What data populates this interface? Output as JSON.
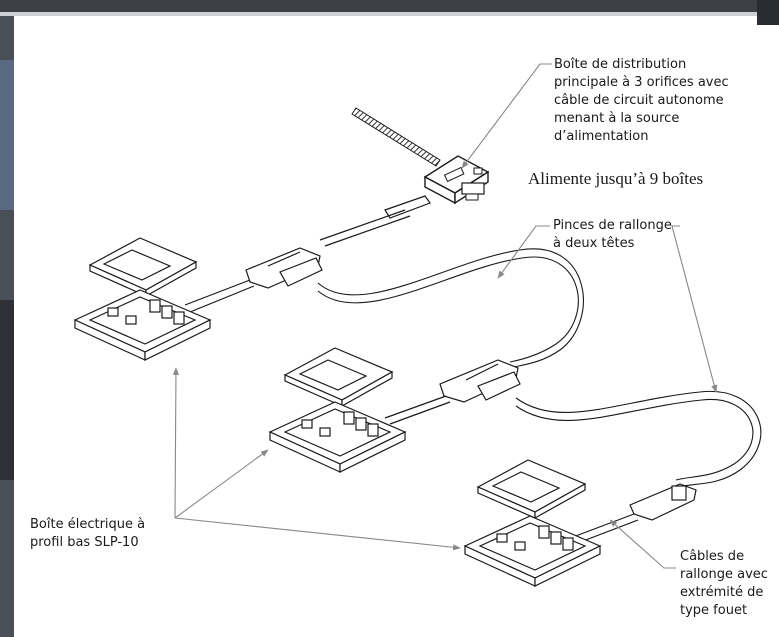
{
  "diagram": {
    "callouts": {
      "main_box": {
        "lines": [
          "Boîte de distribution",
          "principale à 3 orifices avec",
          "câble de circuit autonome",
          "menant à la source",
          "d’alimentation"
        ]
      },
      "feed_note": "Alimente jusqu’à 9 boîtes",
      "clamps": {
        "lines": [
          "Pinces de rallonge",
          "à deux têtes"
        ]
      },
      "floor_box": {
        "lines": [
          "Boîte électrique à",
          "profil bas SLP-10"
        ]
      },
      "cables": {
        "lines": [
          "Câbles de",
          "rallonge avec",
          "extrémité de",
          "type fouet"
        ]
      }
    },
    "components": [
      "main-distribution-box",
      "floor-box-top",
      "floor-box-middle",
      "floor-box-bottom",
      "extension-cable-1",
      "extension-cable-2",
      "double-head-clamp-1",
      "double-head-clamp-2",
      "whip-end-connector"
    ],
    "colors": {
      "line": "#1a1a1a",
      "leader": "#888888",
      "background": "#ffffff"
    }
  }
}
